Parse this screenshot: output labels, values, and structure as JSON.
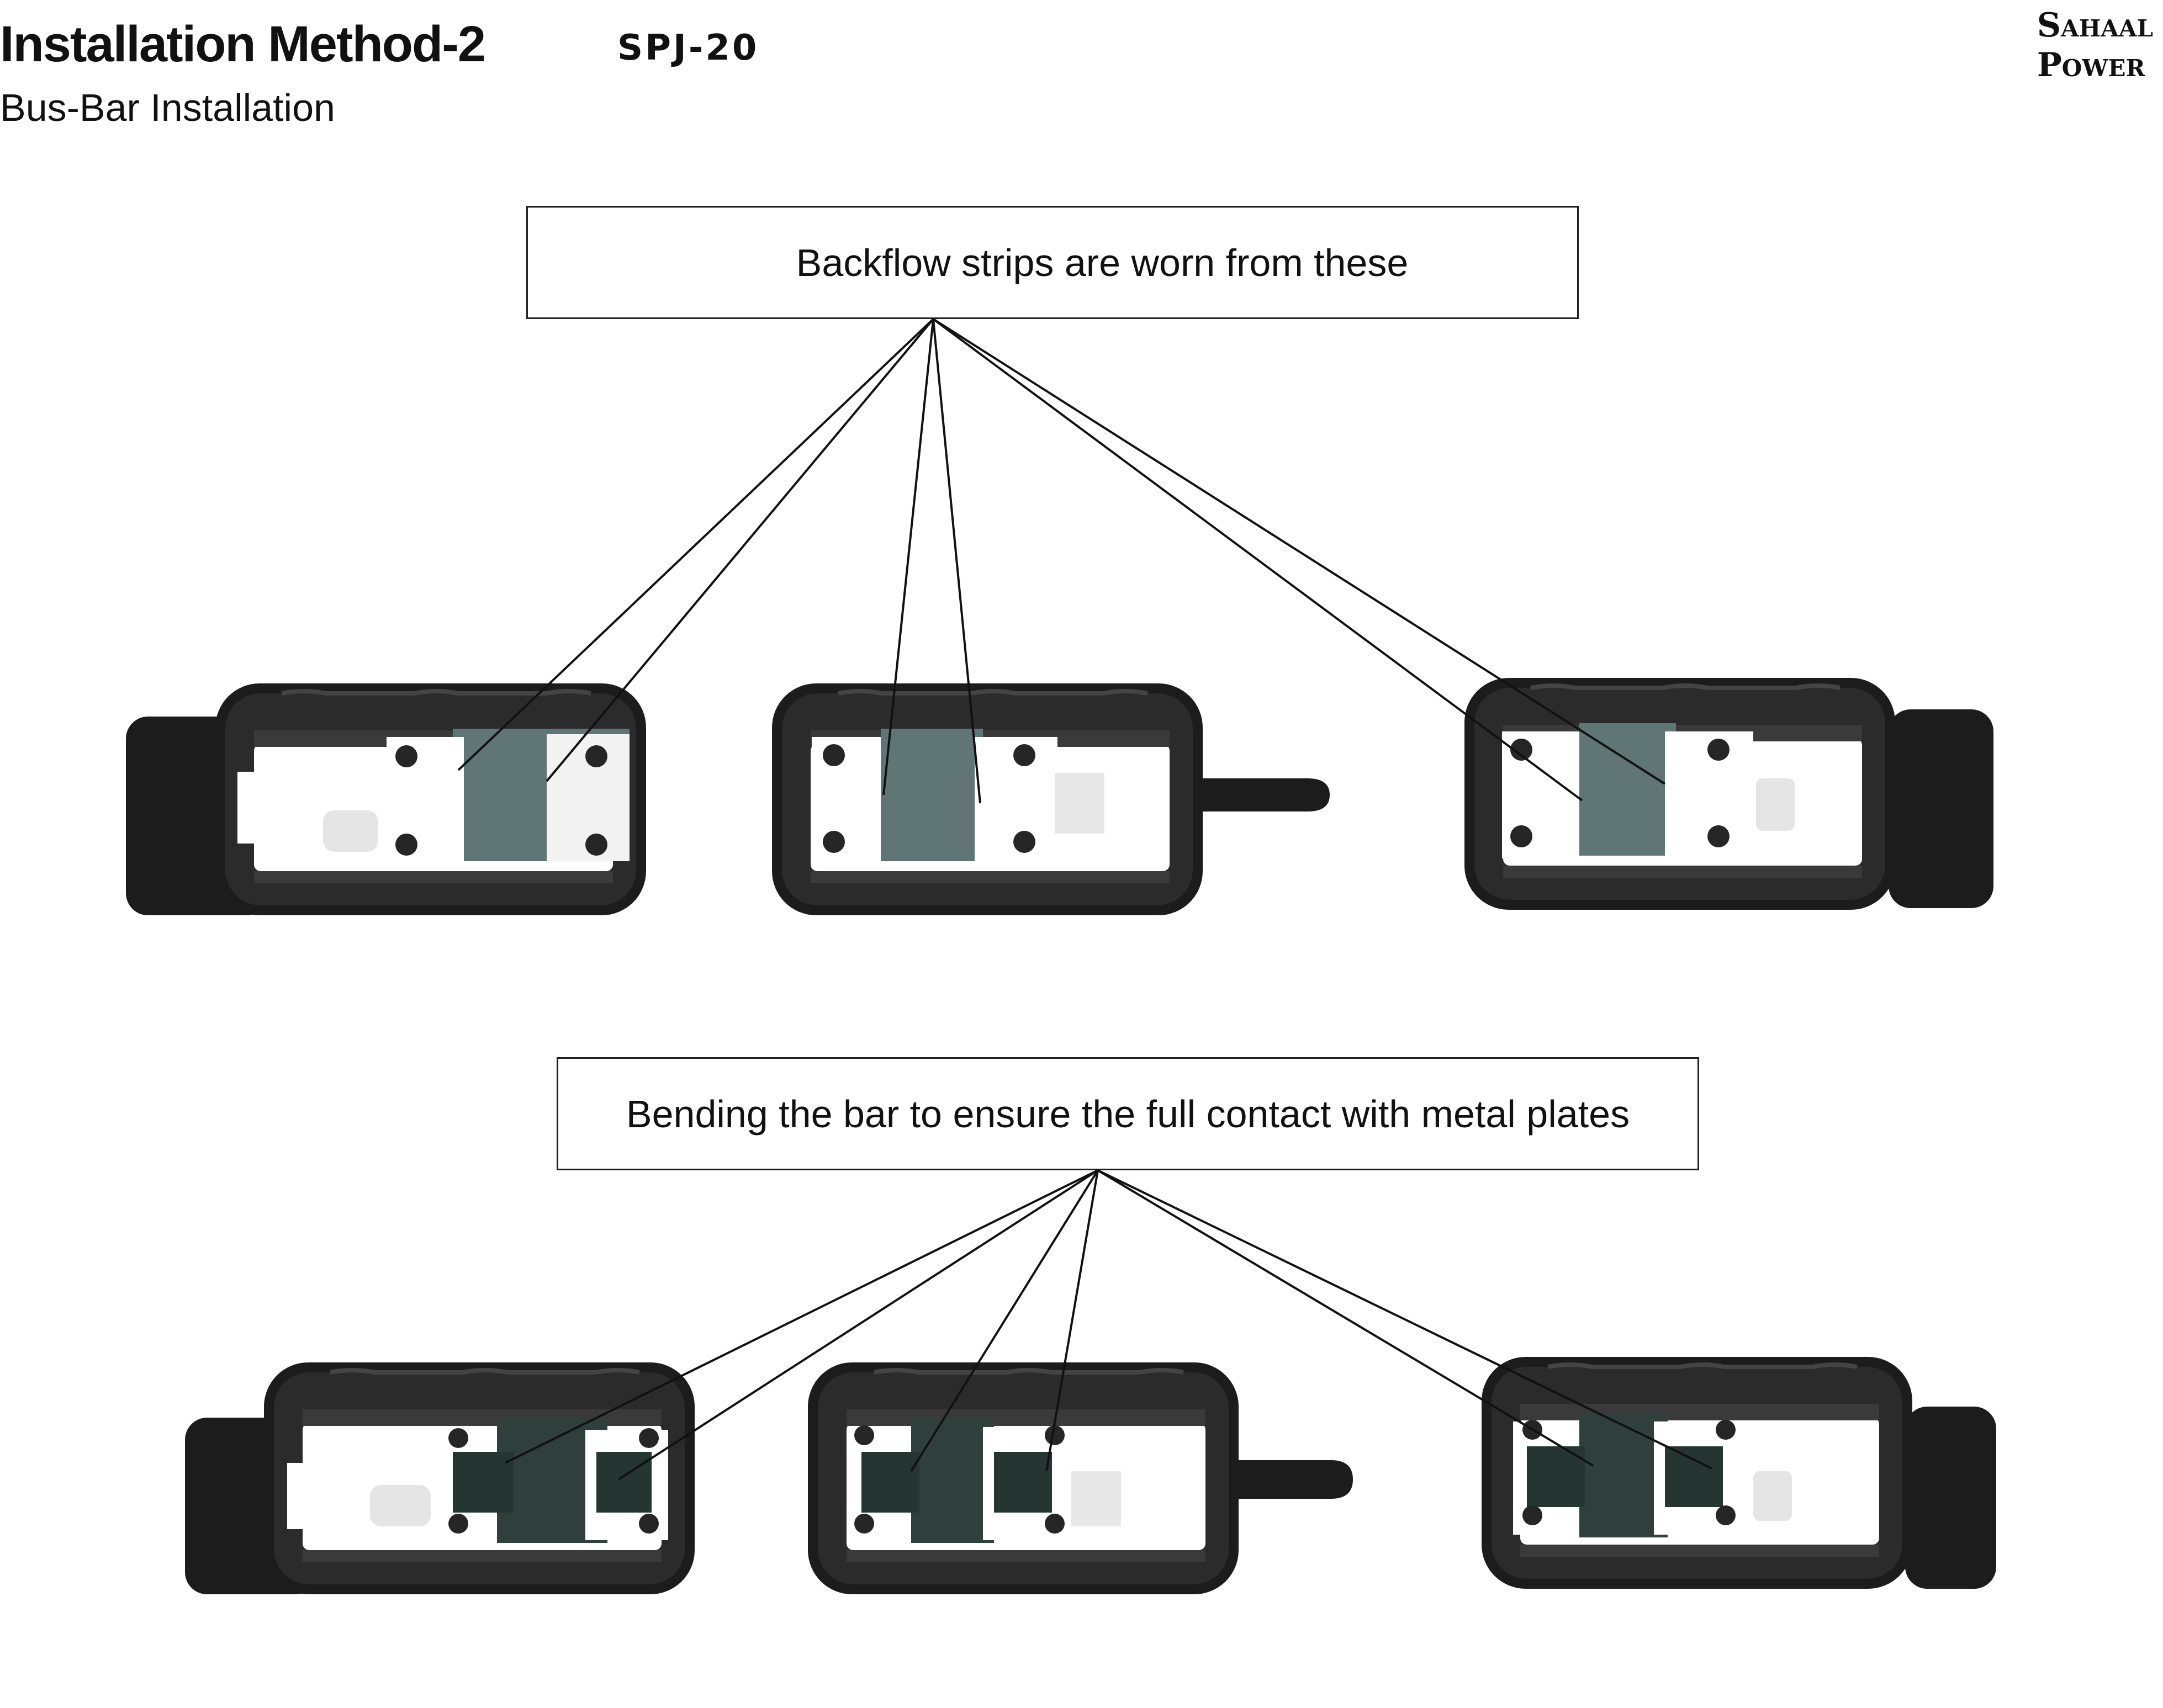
{
  "header": {
    "title": "Installation Method-2",
    "model": "SPJ-20",
    "subtitle": "Bus-Bar Installation"
  },
  "brand": {
    "line1": "Sahaal",
    "line2": "Power"
  },
  "callouts": {
    "top": "Backflow strips are worn from these",
    "bottom": "Bending the bar to ensure the full contact with metal plates"
  },
  "colors": {
    "housing": "#1c1c1c",
    "housing_inner": "#2a2a2a",
    "strip_top": "#5f7576",
    "strip_bottom": "#243532",
    "plate": "#ffffff",
    "leader_line": "#111111"
  }
}
